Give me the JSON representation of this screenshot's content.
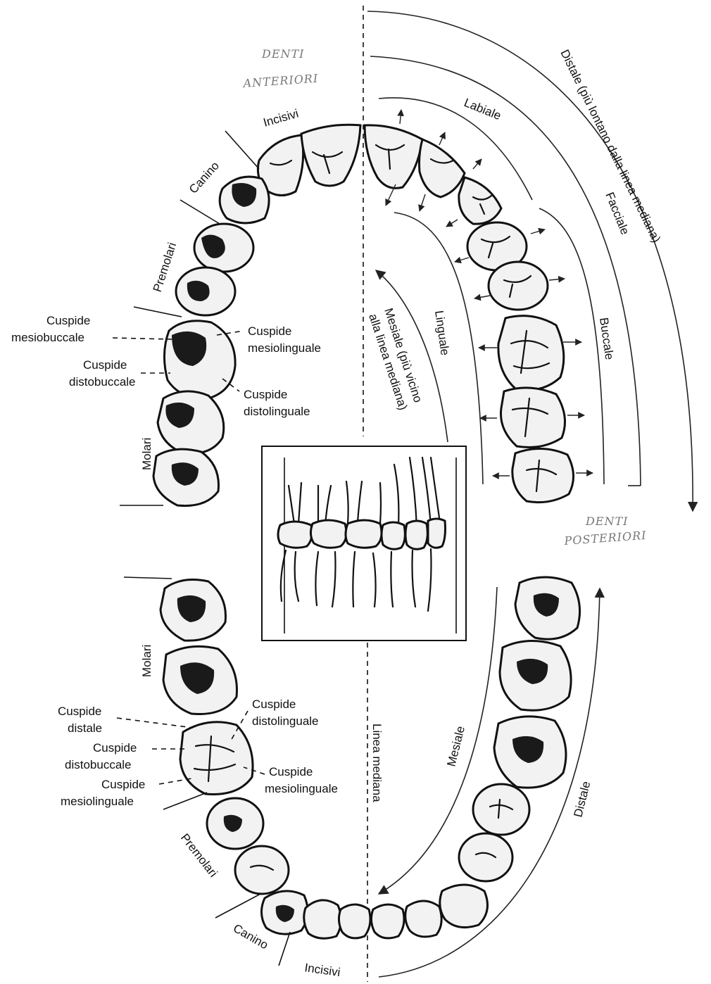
{
  "handwritten": {
    "anterior": [
      "DENTI",
      "ANTERIORI"
    ],
    "posterior": [
      "DENTI",
      "POSTERIORI"
    ]
  },
  "upper_arch": {
    "incisivi": "Incisivi",
    "canino": "Canino",
    "premolari": "Premolari",
    "molari": "Molari",
    "cusp_mb": [
      "Cuspide",
      "mesiobuccale"
    ],
    "cusp_ml": [
      "Cuspide",
      "mesiolinguale"
    ],
    "cusp_db": [
      "Cuspide",
      "distobuccale"
    ],
    "cusp_dl": [
      "Cuspide",
      "distolinguale"
    ]
  },
  "surfaces": {
    "labiale": "Labiale",
    "facciale": "Facciale",
    "buccale": "Buccale",
    "linguale": "Linguale",
    "distale_long": "Distale (più lontano dalla linea mediana)",
    "mesiale_long": [
      "Mesiale (più vicino",
      "alla linea mediana)"
    ]
  },
  "lower_arch": {
    "molari": "Molari",
    "premolari": "Premolari",
    "canino": "Canino",
    "incisivi": "Incisivi",
    "cusp_d": [
      "Cuspide",
      "distale"
    ],
    "cusp_db": [
      "Cuspide",
      "distobuccale"
    ],
    "cusp_ml": [
      "Cuspide",
      "mesiolinguale"
    ],
    "cusp_dl": [
      "Cuspide",
      "distolinguale"
    ],
    "cusp_ml2": [
      "Cuspide",
      "mesiolinguale"
    ],
    "linea": "Linea mediana",
    "mesiale": "Mesiale",
    "distale": "Distale"
  }
}
